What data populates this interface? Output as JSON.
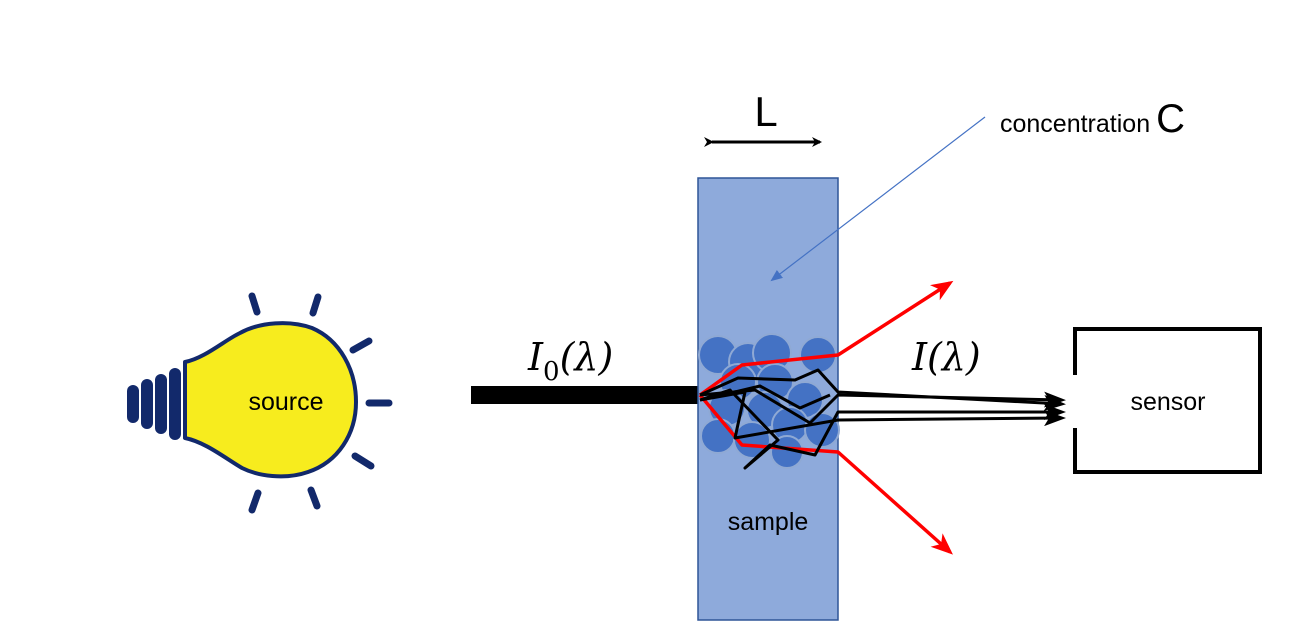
{
  "labels": {
    "source": "source",
    "sample": "sample",
    "sensor": "sensor",
    "thickness": "L",
    "concentration_text": "concentration",
    "concentration_symbol": "C",
    "incident_symbol": "I",
    "incident_subscript": "0",
    "incident_arg": "(λ)",
    "transmitted_symbol": "I",
    "transmitted_arg": "(λ)"
  },
  "colors": {
    "bulb_fill": "#f7ec1e",
    "bulb_outline": "#12296b",
    "sample_fill": "#8eaadb",
    "particle_fill": "#4472c4",
    "particle_edge": "#7f9cc9",
    "scatter_ray": "#ff0000",
    "beam": "#000000",
    "pointer_line": "#4472c4"
  }
}
